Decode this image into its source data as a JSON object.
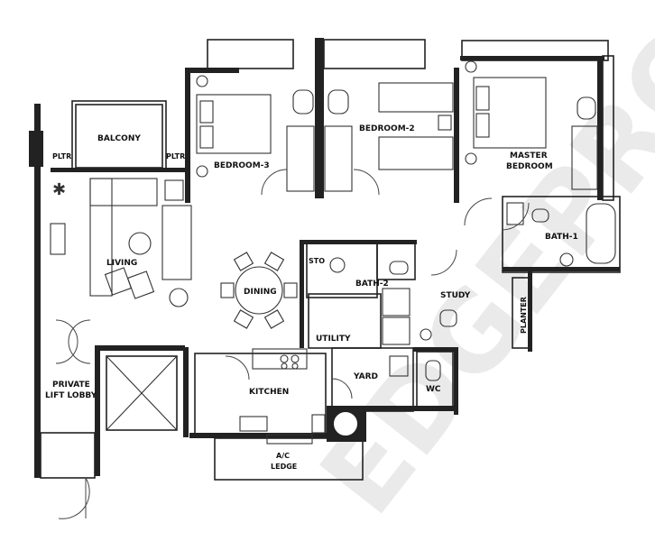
{
  "watermark": "EDGEPROP",
  "rooms": {
    "balcony": "BALCONY",
    "pltr_left": "PLTR",
    "pltr_right": "PLTR",
    "bedroom3": "BEDROOM-3",
    "bedroom2": "BEDROOM-2",
    "master_line1": "MASTER",
    "master_line2": "BEDROOM",
    "living": "LIVING",
    "dining": "DINING",
    "sto": "STO",
    "bath2": "BATH-2",
    "bath1": "BATH-1",
    "study": "STUDY",
    "planter": "PLANTER",
    "utility": "UTILITY",
    "yard": "YARD",
    "wc": "WC",
    "kitchen": "KITCHEN",
    "lobby_line1": "PRIVATE",
    "lobby_line2": "LIFT LOBBY",
    "ac_line1": "A/C",
    "ac_line2": "LEDGE"
  }
}
